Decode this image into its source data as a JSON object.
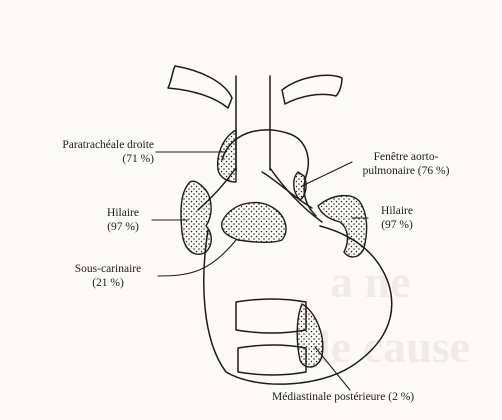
{
  "diagram": {
    "labels": {
      "paratracheale_line1": "Paratrachéale droite",
      "paratracheale_line2": "(71 %)",
      "fenetre_line1": "Fenêtre aorto-",
      "fenetre_line2": "pulmonaire (76 %)",
      "hilaire_left_line1": "Hilaire",
      "hilaire_left_line2": "(97 %)",
      "hilaire_right_line1": "Hilaire",
      "hilaire_right_line2": "(97 %)",
      "souscarinaire_line1": "Sous-carinaire",
      "souscarinaire_line2": "(21 %)",
      "mediastinale": "Médiastinale postérieure (2 %)"
    },
    "watermark": {
      "line1": "a ne",
      "line2": "le cause"
    },
    "colors": {
      "ink": "#1c1c1c",
      "background": "#fbfaf6"
    }
  }
}
